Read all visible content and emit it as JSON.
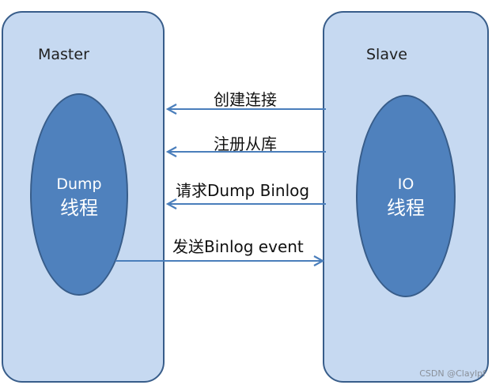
{
  "master": {
    "title": "Master",
    "thread_line1": "Dump",
    "thread_line2": "线程"
  },
  "slave": {
    "title": "Slave",
    "thread_line1": "IO",
    "thread_line2": "线程"
  },
  "arrows": [
    {
      "label": "创建连接",
      "direction": "slave-to-master"
    },
    {
      "label": "注册从库",
      "direction": "slave-to-master"
    },
    {
      "label": "请求Dump Binlog",
      "direction": "slave-to-master"
    },
    {
      "label": "发送Binlog event",
      "direction": "master-to-slave"
    }
  ],
  "watermark": "CSDN @Claylpf",
  "colors": {
    "panel_fill": "#c6d9f1",
    "panel_border": "#385d8a",
    "thread_fill": "#4f81bd",
    "arrow": "#4a7ebb"
  }
}
